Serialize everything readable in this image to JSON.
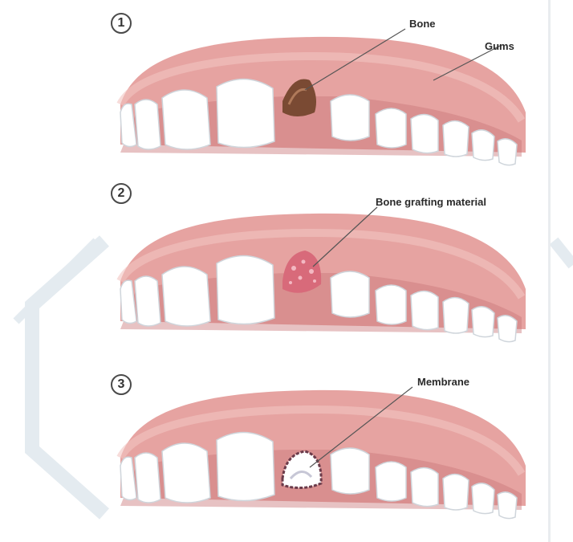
{
  "steps": [
    {
      "number": "1",
      "labels": {
        "bone": "Bone",
        "gums": "Gums"
      }
    },
    {
      "number": "2",
      "labels": {
        "graft": "Bone grafting material"
      }
    },
    {
      "number": "3",
      "labels": {
        "membrane": "Membrane"
      }
    }
  ],
  "colors": {
    "gum": "#e6a3a1",
    "gum_dark": "#c9787a",
    "tooth": "#ffffff",
    "tooth_shadow": "#d8dde2",
    "bone_socket": "#7a4a33",
    "graft": "#d86a7a",
    "membrane": "#6b3b4a",
    "watermark": "#e4ebf0"
  }
}
